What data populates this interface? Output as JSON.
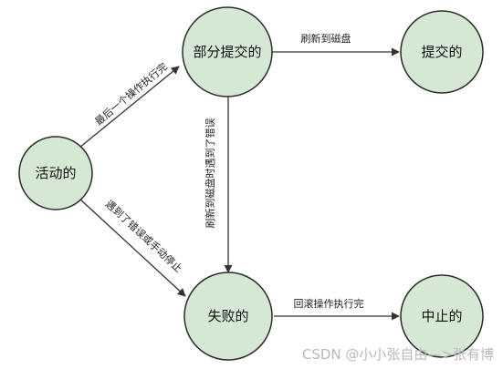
{
  "colors": {
    "node_fill": "#d5e8d4",
    "node_stroke": "#2b2b2b",
    "edge_stroke": "#333333",
    "watermark": "#b9b9b9"
  },
  "nodes": {
    "active": "活动的",
    "partially_committed": "部分提交的",
    "committed": "提交的",
    "failed": "失败的",
    "aborted": "中止的"
  },
  "edges": {
    "last_operation_done": "最后一个操作执行完",
    "flush_to_disk": "刷新到磁盘",
    "error_on_flush": "刷新到磁盘时遇到了错误",
    "error_or_manual_stop": "遇到了错误或手动停止",
    "rollback_done": "回滚操作执行完"
  },
  "watermark": "CSDN @小小张自由—>张有博"
}
